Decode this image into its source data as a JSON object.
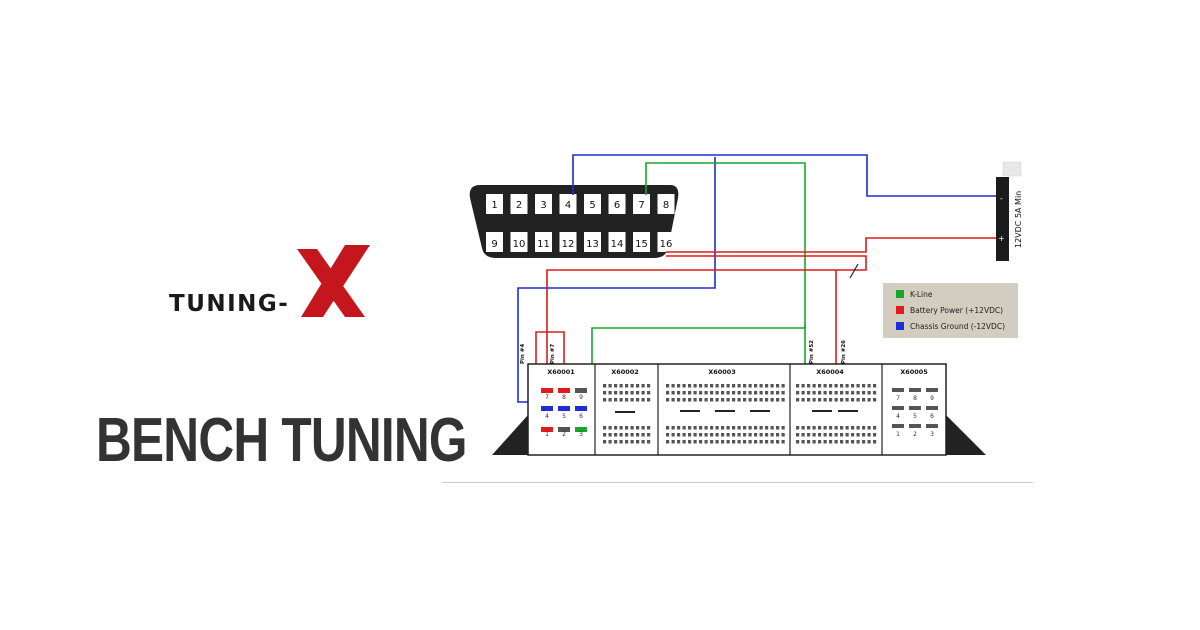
{
  "brand": {
    "logo_text": "TUNING-",
    "logo_mark": "X",
    "logo_mark_color": "#c4161c"
  },
  "headline": "BENCH TUNING",
  "diagram": {
    "obd_top_pins": [
      "1",
      "2",
      "3",
      "4",
      "5",
      "6",
      "7",
      "8"
    ],
    "obd_bottom_pins": [
      "9",
      "10",
      "11",
      "12",
      "13",
      "14",
      "15",
      "16"
    ],
    "power_supply": {
      "label": "12VDC 5A Min",
      "minus": "-",
      "plus": "+"
    },
    "legend": [
      {
        "label": "K-Line",
        "color": "#16a82a"
      },
      {
        "label": "Battery Power (+12VDC)",
        "color": "#e01b1b"
      },
      {
        "label": "Chassis Ground (-12VDC)",
        "color": "#1a2fd6"
      }
    ],
    "pin_labels": {
      "pin4": "Pin #4",
      "pin7": "Pin #7",
      "pin52": "Pin #52",
      "pin26": "Pin #26"
    },
    "connectors": [
      "X60001",
      "X60002",
      "X60003",
      "X60004",
      "X60005"
    ],
    "x60001_pins": {
      "top": [
        "7",
        "8",
        "9"
      ],
      "mid": [
        "4",
        "5",
        "6"
      ],
      "bottom": [
        "1",
        "2",
        "3"
      ]
    },
    "x60005_pins": {
      "top": [
        "7",
        "8",
        "9"
      ],
      "mid": [
        "4",
        "5",
        "6"
      ],
      "bottom": [
        "1",
        "2",
        "3"
      ]
    },
    "colors": {
      "kline": "#16a82a",
      "power": "#e01b1b",
      "ground": "#1a2fd6"
    }
  }
}
